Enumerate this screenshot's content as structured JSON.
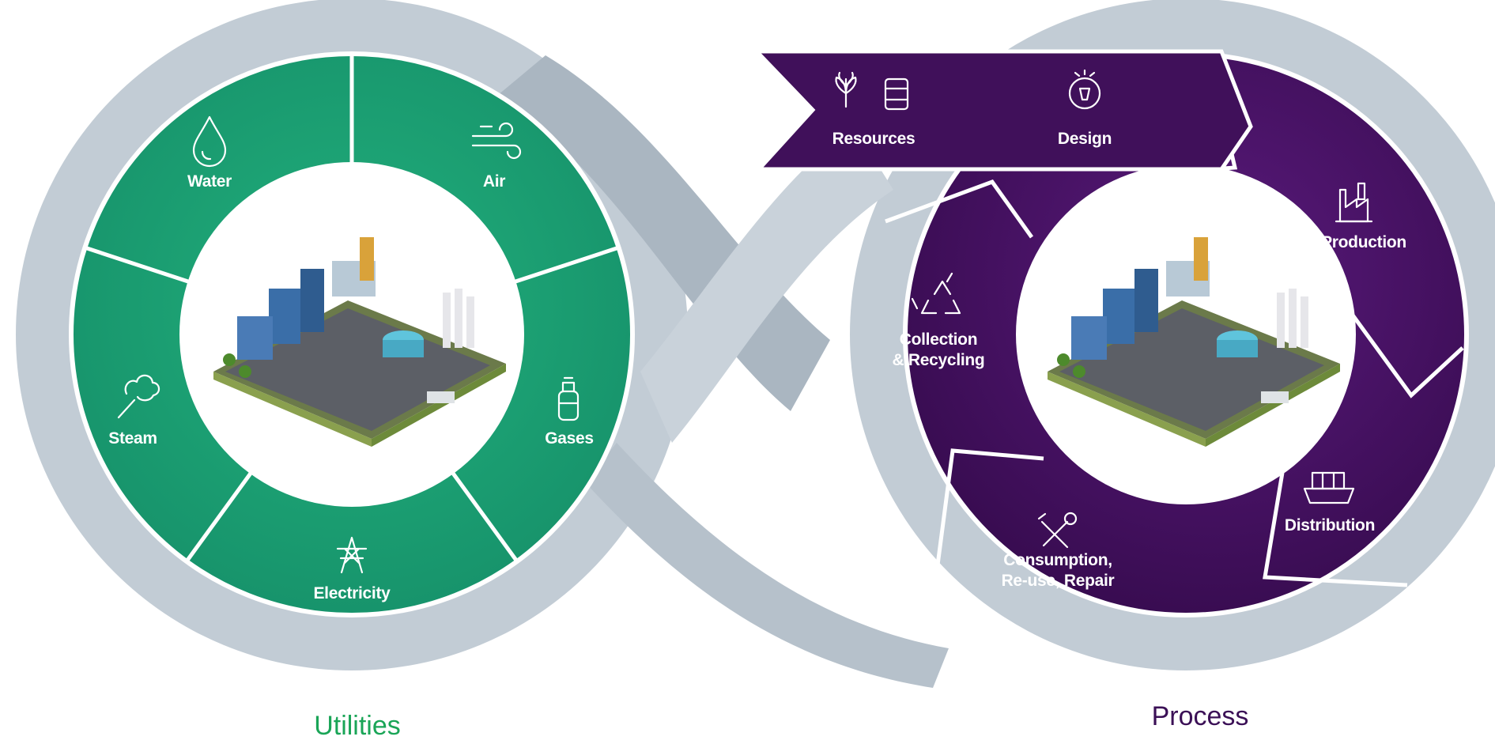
{
  "colors": {
    "loop_grey": "#c2ccd5",
    "loop_grey_dark": "#a7b3be",
    "utilities_green": "#1c9e70",
    "process_purple": "#3e0f58",
    "utilities_caption": "#1aa557",
    "process_caption": "#3b1056"
  },
  "utilities": {
    "caption": "Utilities",
    "segments": [
      {
        "id": "water",
        "label": "Water",
        "icon": "water-drop-icon"
      },
      {
        "id": "air",
        "label": "Air",
        "icon": "wind-icon"
      },
      {
        "id": "gases",
        "label": "Gases",
        "icon": "gas-cylinder-icon"
      },
      {
        "id": "electricity",
        "label": "Electricity",
        "icon": "power-pylon-icon"
      },
      {
        "id": "steam",
        "label": "Steam",
        "icon": "steam-cloud-icon"
      }
    ],
    "center_icon": "industrial-plant-illustration"
  },
  "process": {
    "caption": "Process",
    "arrow": {
      "resources_label": "Resources",
      "design_label": "Design",
      "resources_icons": [
        "wheat-icon",
        "barrel-icon"
      ],
      "design_icon": "lightbulb-gear-icon"
    },
    "segments": [
      {
        "id": "production",
        "label": "Production",
        "icon": "factory-icon"
      },
      {
        "id": "distribution",
        "label": "Distribution",
        "icon": "cargo-ship-icon"
      },
      {
        "id": "consumption",
        "label_line1": "Consumption,",
        "label_line2": "Re-use, Repair",
        "icon": "tools-icon"
      },
      {
        "id": "collection",
        "label_line1": "Collection",
        "label_line2": "& Recycling",
        "icon": "recycle-icon"
      }
    ],
    "center_icon": "industrial-plant-illustration"
  }
}
